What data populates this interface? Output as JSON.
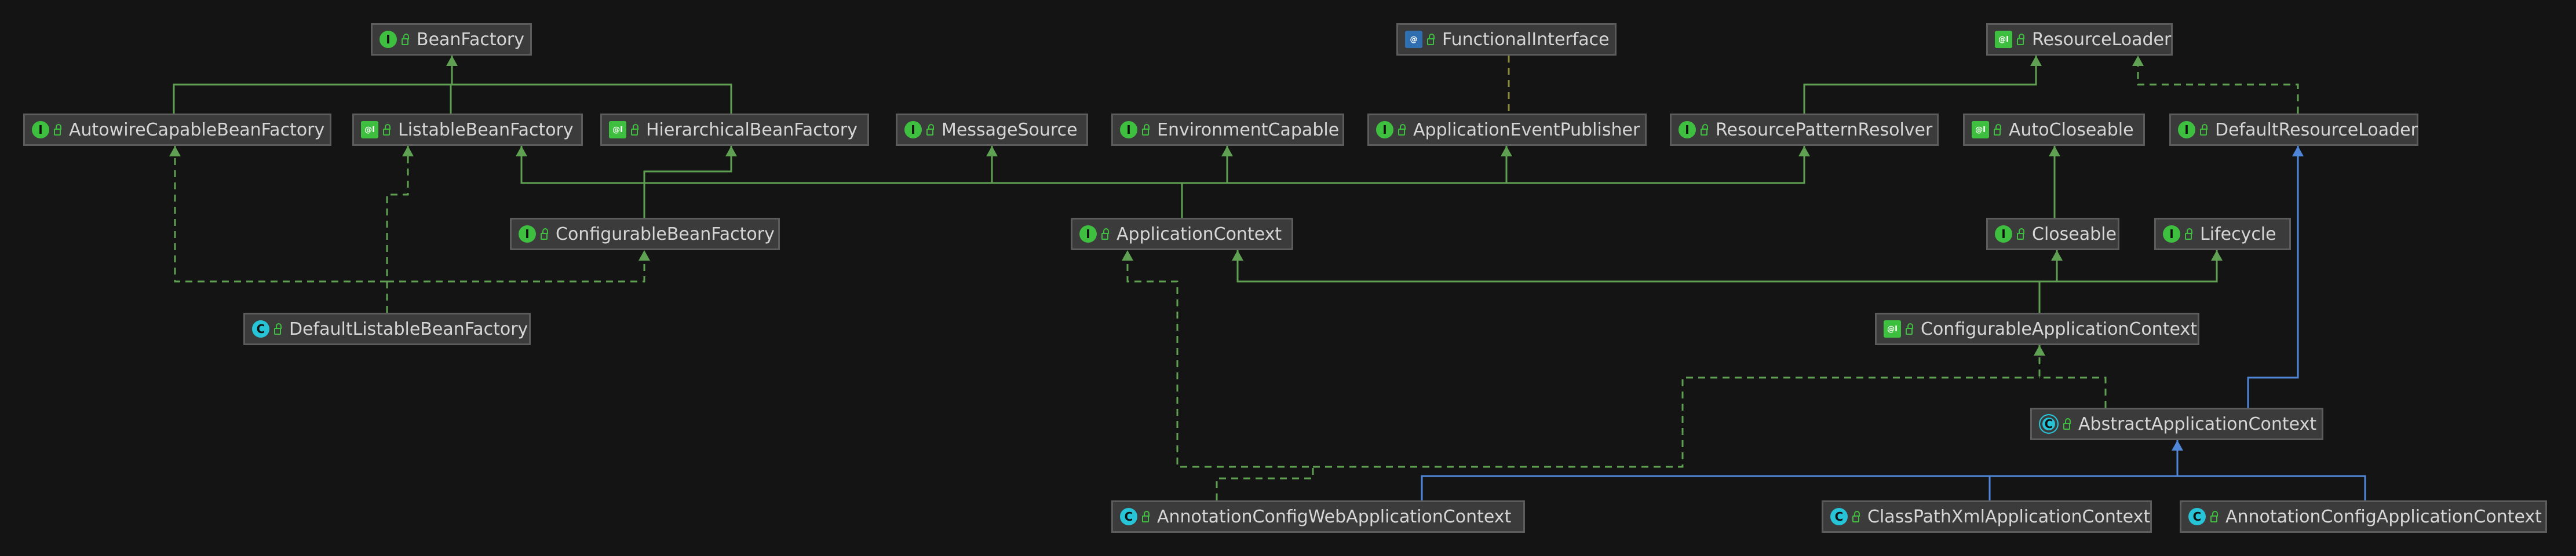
{
  "colors": {
    "background": "#141414",
    "node_bg": "#3b3b3b",
    "node_border": "#5c5c5c",
    "text": "#d6d6d6",
    "interface_icon": "#3fbf3f",
    "class_icon": "#27c3d6",
    "extends_edge": "#5fa052",
    "implements_edge": "#4f86d8"
  },
  "nodes": [
    {
      "id": "BeanFactory",
      "label": "BeanFactory",
      "kind": "interface"
    },
    {
      "id": "FunctionalInterface",
      "label": "FunctionalInterface",
      "kind": "annotation"
    },
    {
      "id": "ResourceLoader",
      "label": "ResourceLoader",
      "kind": "interface-functional"
    },
    {
      "id": "AutowireCapableBeanFactory",
      "label": "AutowireCapableBeanFactory",
      "kind": "interface"
    },
    {
      "id": "ListableBeanFactory",
      "label": "ListableBeanFactory",
      "kind": "interface-functional"
    },
    {
      "id": "HierarchicalBeanFactory",
      "label": "HierarchicalBeanFactory",
      "kind": "interface-functional"
    },
    {
      "id": "MessageSource",
      "label": "MessageSource",
      "kind": "interface"
    },
    {
      "id": "EnvironmentCapable",
      "label": "EnvironmentCapable",
      "kind": "interface"
    },
    {
      "id": "ApplicationEventPublisher",
      "label": "ApplicationEventPublisher",
      "kind": "interface"
    },
    {
      "id": "ResourcePatternResolver",
      "label": "ResourcePatternResolver",
      "kind": "interface"
    },
    {
      "id": "AutoCloseable",
      "label": "AutoCloseable",
      "kind": "interface-functional"
    },
    {
      "id": "DefaultResourceLoader",
      "label": "DefaultResourceLoader",
      "kind": "interface"
    },
    {
      "id": "ConfigurableBeanFactory",
      "label": "ConfigurableBeanFactory",
      "kind": "interface"
    },
    {
      "id": "ApplicationContext",
      "label": "ApplicationContext",
      "kind": "interface"
    },
    {
      "id": "Closeable",
      "label": "Closeable",
      "kind": "interface-protected"
    },
    {
      "id": "Lifecycle",
      "label": "Lifecycle",
      "kind": "interface"
    },
    {
      "id": "DefaultListableBeanFactory",
      "label": "DefaultListableBeanFactory",
      "kind": "class"
    },
    {
      "id": "ConfigurableApplicationContext",
      "label": "ConfigurableApplicationContext",
      "kind": "interface-functional"
    },
    {
      "id": "AbstractApplicationContext",
      "label": "AbstractApplicationContext",
      "kind": "abstract-class"
    },
    {
      "id": "AnnotationConfigWebApplicationContext",
      "label": "AnnotationConfigWebApplicationContext",
      "kind": "class"
    },
    {
      "id": "ClassPathXmlApplicationContext",
      "label": "ClassPathXmlApplicationContext",
      "kind": "class"
    },
    {
      "id": "AnnotationConfigApplicationContext",
      "label": "AnnotationConfigApplicationContext",
      "kind": "class"
    }
  ],
  "icon_glyphs": {
    "interface": "I",
    "interface-functional": "@I",
    "interface-protected": "I",
    "annotation": "@",
    "class": "C",
    "abstract-class": "C"
  },
  "icons": {
    "interface": "interface-icon",
    "interface-functional": "functional-interface-icon",
    "interface-protected": "interface-icon",
    "annotation": "annotation-icon",
    "class": "class-icon",
    "abstract-class": "abstract-class-icon",
    "visibility": "public-lock-icon"
  }
}
